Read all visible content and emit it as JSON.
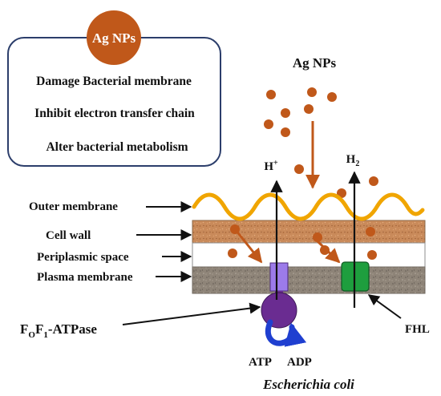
{
  "legend_box": {
    "badge": "Ag NPs",
    "effects": [
      "Damage Bacterial membrane",
      "Inhibit electron transfer chain",
      "Alter bacterial metabolism"
    ]
  },
  "top_label": "Ag NPs",
  "layers": {
    "outer_membrane": "Outer membrane",
    "cell_wall": "Cell wall",
    "periplasmic_space": "Periplasmic space",
    "plasma_membrane": "Plasma membrane"
  },
  "gases": {
    "proton": "H",
    "proton_sup": "+",
    "hydrogen": "H",
    "hydrogen_sub": "2"
  },
  "atpase": {
    "f": "F",
    "sub_o": "O",
    "f2": "F",
    "sub_1": "1",
    "suffix": "-ATPase"
  },
  "fhl_label": "FHL",
  "atp_label": "ATP",
  "adp_label": "ADP",
  "organism": "Escherichia coli",
  "colors": {
    "np_brown": "#C0581A",
    "box_border": "#2C3E6B",
    "outer_membrane_wave": "#F0A500",
    "cell_wall": "#C98A5A",
    "plasma_membrane": "#8E8478",
    "atpase_purple": "#6A2C91",
    "atpase_channel": "#9C7BEA",
    "fhl_green": "#1E9E3E",
    "adp_arrow_blue": "#1F3FD0"
  }
}
